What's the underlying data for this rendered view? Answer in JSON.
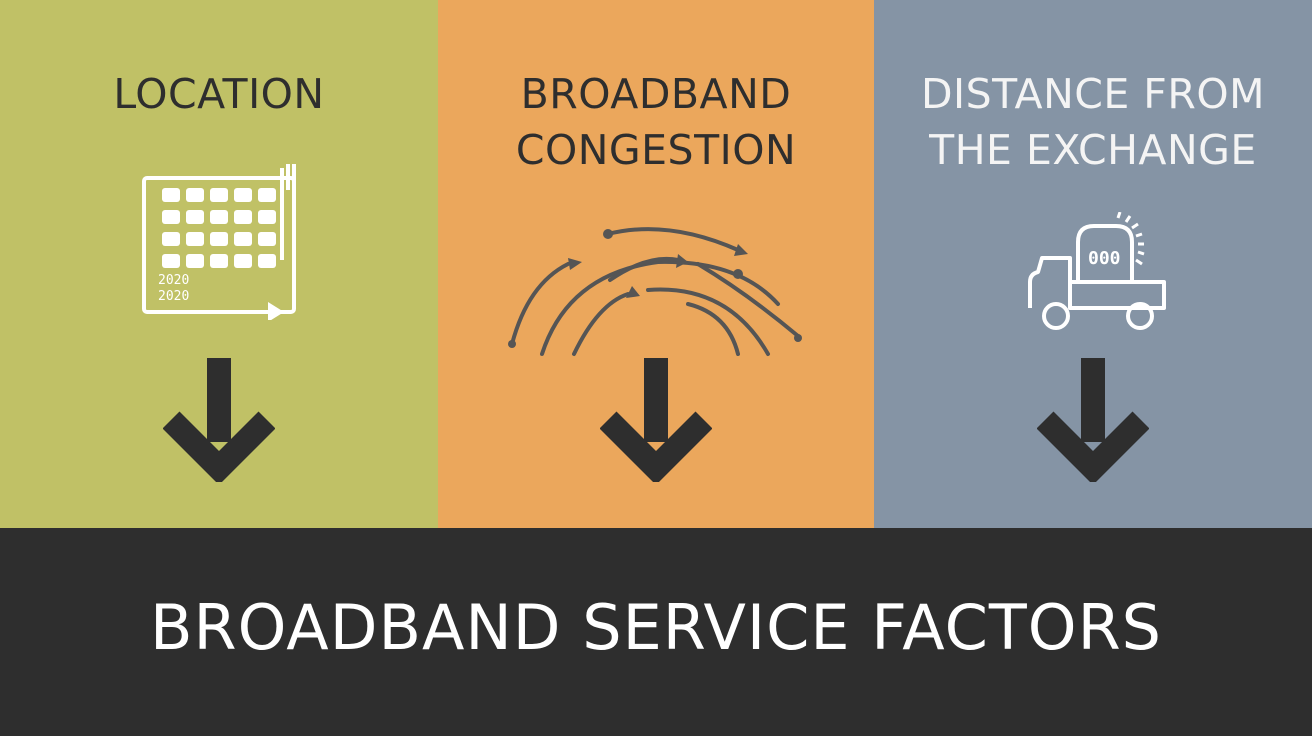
{
  "panels": [
    {
      "title": "LOCATION",
      "icon": "calendar-icon",
      "icon_text": "2020\n2020",
      "color": "#c0c166"
    },
    {
      "title": "BROADBAND\nCONGESTION",
      "icon": "traffic-arcs-icon",
      "color": "#eba75c"
    },
    {
      "title": "DISTANCE FROM\nTHE EXCHANGE",
      "icon": "truck-icon",
      "icon_text": "000",
      "color": "#8594a5"
    }
  ],
  "footer": {
    "title": "BROADBAND SERVICE FACTORS",
    "color": "#2e2e2e"
  }
}
